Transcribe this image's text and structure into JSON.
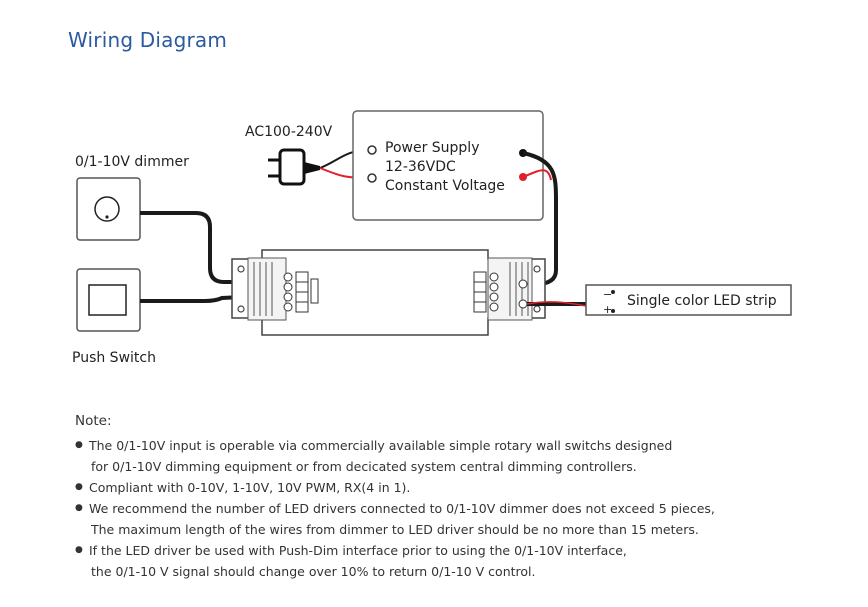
{
  "title": "Wiring Diagram",
  "labels": {
    "ac_input": "AC100-240V",
    "power_supply_line1": "Power Supply",
    "power_supply_line2": "12-36VDC",
    "power_supply_line3": "Constant Voltage",
    "dimmer": "0/1-10V dimmer",
    "push_switch": "Push Switch",
    "led_strip": "Single color LED strip",
    "strip_minus": "−",
    "strip_plus": "+"
  },
  "colors": {
    "title": "#2b5aa0",
    "wire_black": "#1a1a1a",
    "wire_red": "#e0202a",
    "outline": "#555555"
  },
  "notes": {
    "heading": "Note:",
    "items": [
      {
        "line1": "The 0/1-10V input is operable via commercially available simple rotary wall switchs designed",
        "line2": "for 0/1-10V dimming equipment or from decicated system central dimming controllers."
      },
      {
        "line1": "Compliant with 0-10V, 1-10V, 10V PWM, RX(4 in 1).",
        "line2": ""
      },
      {
        "line1": "We recommend the number of LED drivers connected to 0/1-10V dimmer does not exceed 5 pieces,",
        "line2": "The maximum length of the wires from dimmer to LED driver should be no more than 15 meters."
      },
      {
        "line1": "If the LED driver be used with Push-Dim interface prior to using the 0/1-10V interface,",
        "line2": "the 0/1-10 V signal should change over 10% to return 0/1-10 V control."
      }
    ]
  }
}
